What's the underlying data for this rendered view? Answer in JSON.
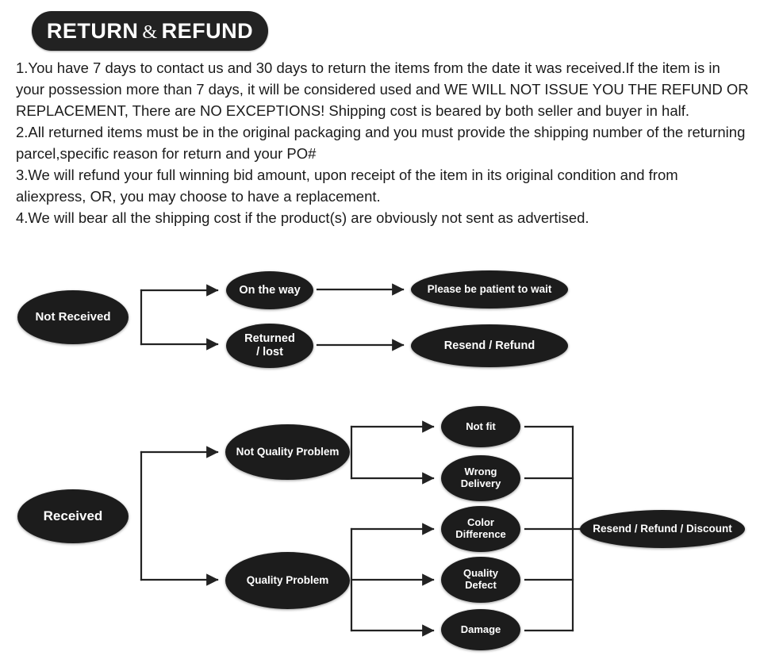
{
  "header": {
    "title_part1": "RETURN",
    "ampersand": "&",
    "title_part2": "REFUND",
    "badge_color": "#222222",
    "badge_text_color": "#ffffff"
  },
  "policy": {
    "items": [
      "1.You have 7 days to contact us and 30 days to return the items from the date it was received.If the item is in your possession more than 7 days, it will be considered used and WE WILL NOT ISSUE YOU THE REFUND OR REPLACEMENT, There are NO EXCEPTIONS! Shipping cost is beared by both seller and buyer in half.",
      "2.All returned items must be in the original packaging and you must provide the shipping number of the returning parcel,specific reason for return and your PO#",
      "3.We will refund your full winning bid amount, upon receipt of the item in its original condition and from aliexpress, OR, you may choose to have a replacement.",
      "4.We will bear all the shipping cost if the product(s) are obviously not sent as advertised."
    ]
  },
  "flowcharts": {
    "node_fill": "#1c1c1c",
    "node_text_color": "#ffffff",
    "connector_color": "#222222",
    "not_received": {
      "root": "Not Received",
      "branches": [
        {
          "cause": "On the way",
          "outcome": "Please be patient to wait"
        },
        {
          "cause": "Returned\n/  lost",
          "outcome": "Resend / Refund"
        }
      ]
    },
    "received": {
      "root": "Received",
      "categories": [
        {
          "label": "Not Quality Problem",
          "reasons": [
            "Not fit",
            "Wrong\nDelivery"
          ]
        },
        {
          "label": "Quality Problem",
          "reasons": [
            "Color\nDifference",
            "Quality\nDefect",
            "Damage"
          ]
        }
      ],
      "outcome": "Resend / Refund / Discount"
    }
  }
}
